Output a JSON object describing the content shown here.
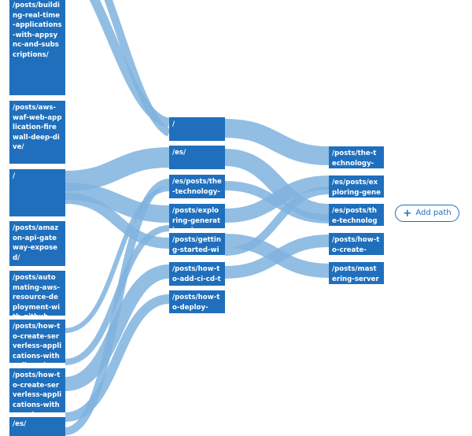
{
  "colors": {
    "node": "#1f6fbd",
    "link": "#7fb3de",
    "accent": "#1f6fbd"
  },
  "columns": [
    {
      "nodes": [
        {
          "label": "/posts/building-real-time-applications-with-appsync-and-subscriptions/"
        },
        {
          "label": "/posts/aws-waf-web-application-firewall-deep-dive/"
        },
        {
          "label": "/"
        },
        {
          "label": "/posts/amazon-api-gateway-exposed/"
        },
        {
          "label": "/posts/automating-aws-resource-deployment-with-github"
        },
        {
          "label": "/posts/how-to-create-serverless-applications-with-cdk-and-"
        },
        {
          "label": "/posts/how-to-create-serverless-applications-with-sam/"
        },
        {
          "label": "/es/"
        }
      ]
    },
    {
      "nodes": [
        {
          "label": "/"
        },
        {
          "label": "/es/"
        },
        {
          "label": "/es/posts/the-technology-"
        },
        {
          "label": "/posts/exploring-generative-ai-"
        },
        {
          "label": "/posts/getting-started-with-"
        },
        {
          "label": "/posts/how-to-add-ci-cd-to-"
        },
        {
          "label": "/posts/how-to-deploy-"
        }
      ]
    },
    {
      "nodes": [
        {
          "label": "/posts/the-technology-"
        },
        {
          "label": "/es/posts/exploring-generative-"
        },
        {
          "label": "/es/posts/the-technology-"
        },
        {
          "label": "/posts/how-to-create-"
        },
        {
          "label": "/posts/mastering-serverless-"
        }
      ]
    }
  ],
  "add_path": {
    "icon": "plus-icon",
    "label": "Add path"
  }
}
